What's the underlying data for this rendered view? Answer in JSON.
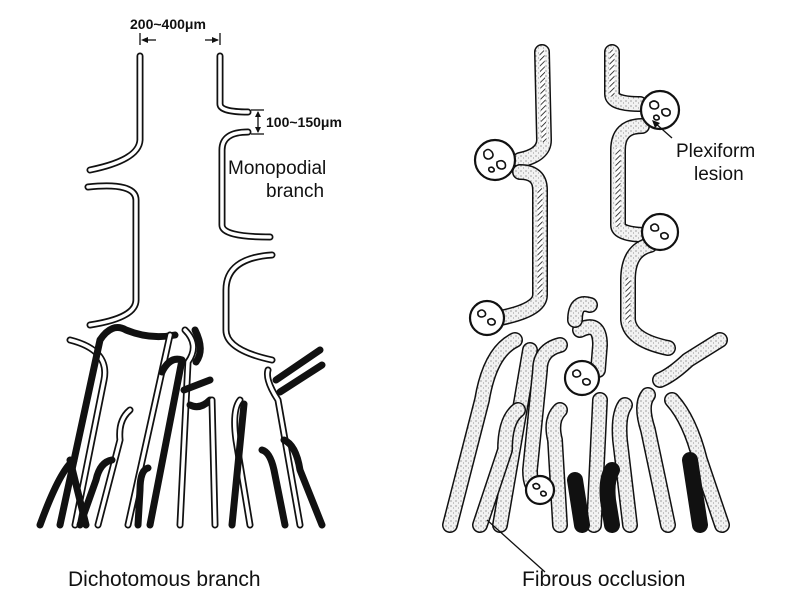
{
  "figure": {
    "left_panel": {
      "caption": "Dichotomous branch",
      "dimension_top": "200~400μm",
      "dimension_gap": "100~150μm",
      "label_line1": "Monopodial",
      "label_line2": "branch"
    },
    "right_panel": {
      "caption": "Fibrous occlusion",
      "label_line1": "Plexiform",
      "label_line2": "lesion"
    }
  },
  "colors": {
    "ink": "#111111",
    "background": "#ffffff"
  }
}
